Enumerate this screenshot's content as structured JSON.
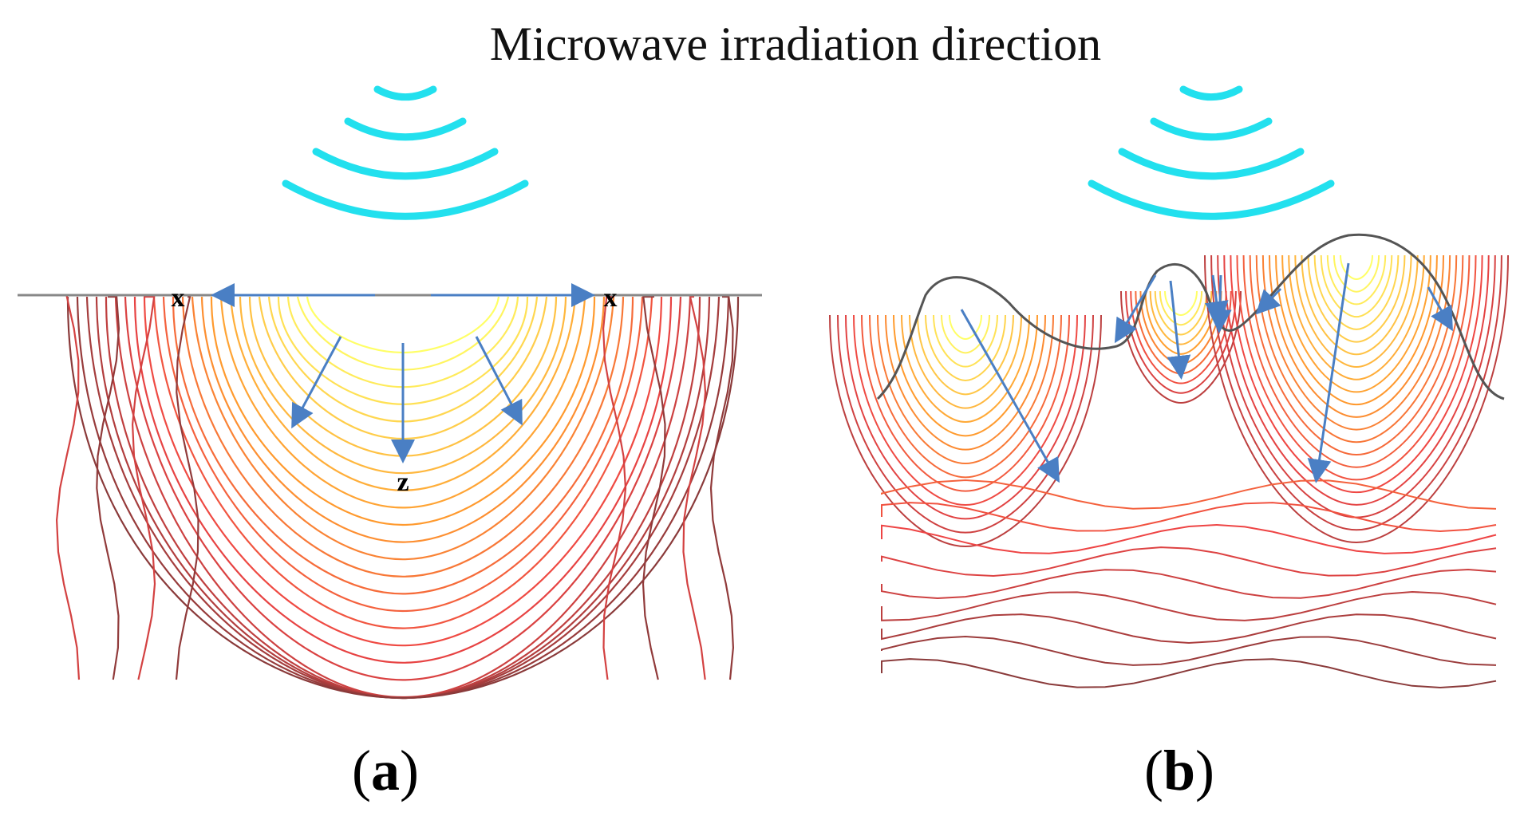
{
  "title": "Microwave irradiation direction",
  "colors": {
    "wave": "#22e0ee",
    "arrow": "#4a7fc4",
    "surface": "#888888",
    "surface_b": "#555555",
    "contour_hot": "#ffff66",
    "contour_mid": "#ff9a2e",
    "contour_warm": "#ee4444",
    "contour_cool": "#8a3a3a"
  },
  "panels": [
    {
      "id": "a",
      "caption_letter": "a",
      "axis_labels": {
        "x_left": "x",
        "x_right": "x",
        "z": "z"
      },
      "icons": [
        "microwave-wave-icon",
        "arrow-icon"
      ]
    },
    {
      "id": "b",
      "caption_letter": "b",
      "icons": [
        "microwave-wave-icon",
        "arrow-icon"
      ]
    }
  ]
}
